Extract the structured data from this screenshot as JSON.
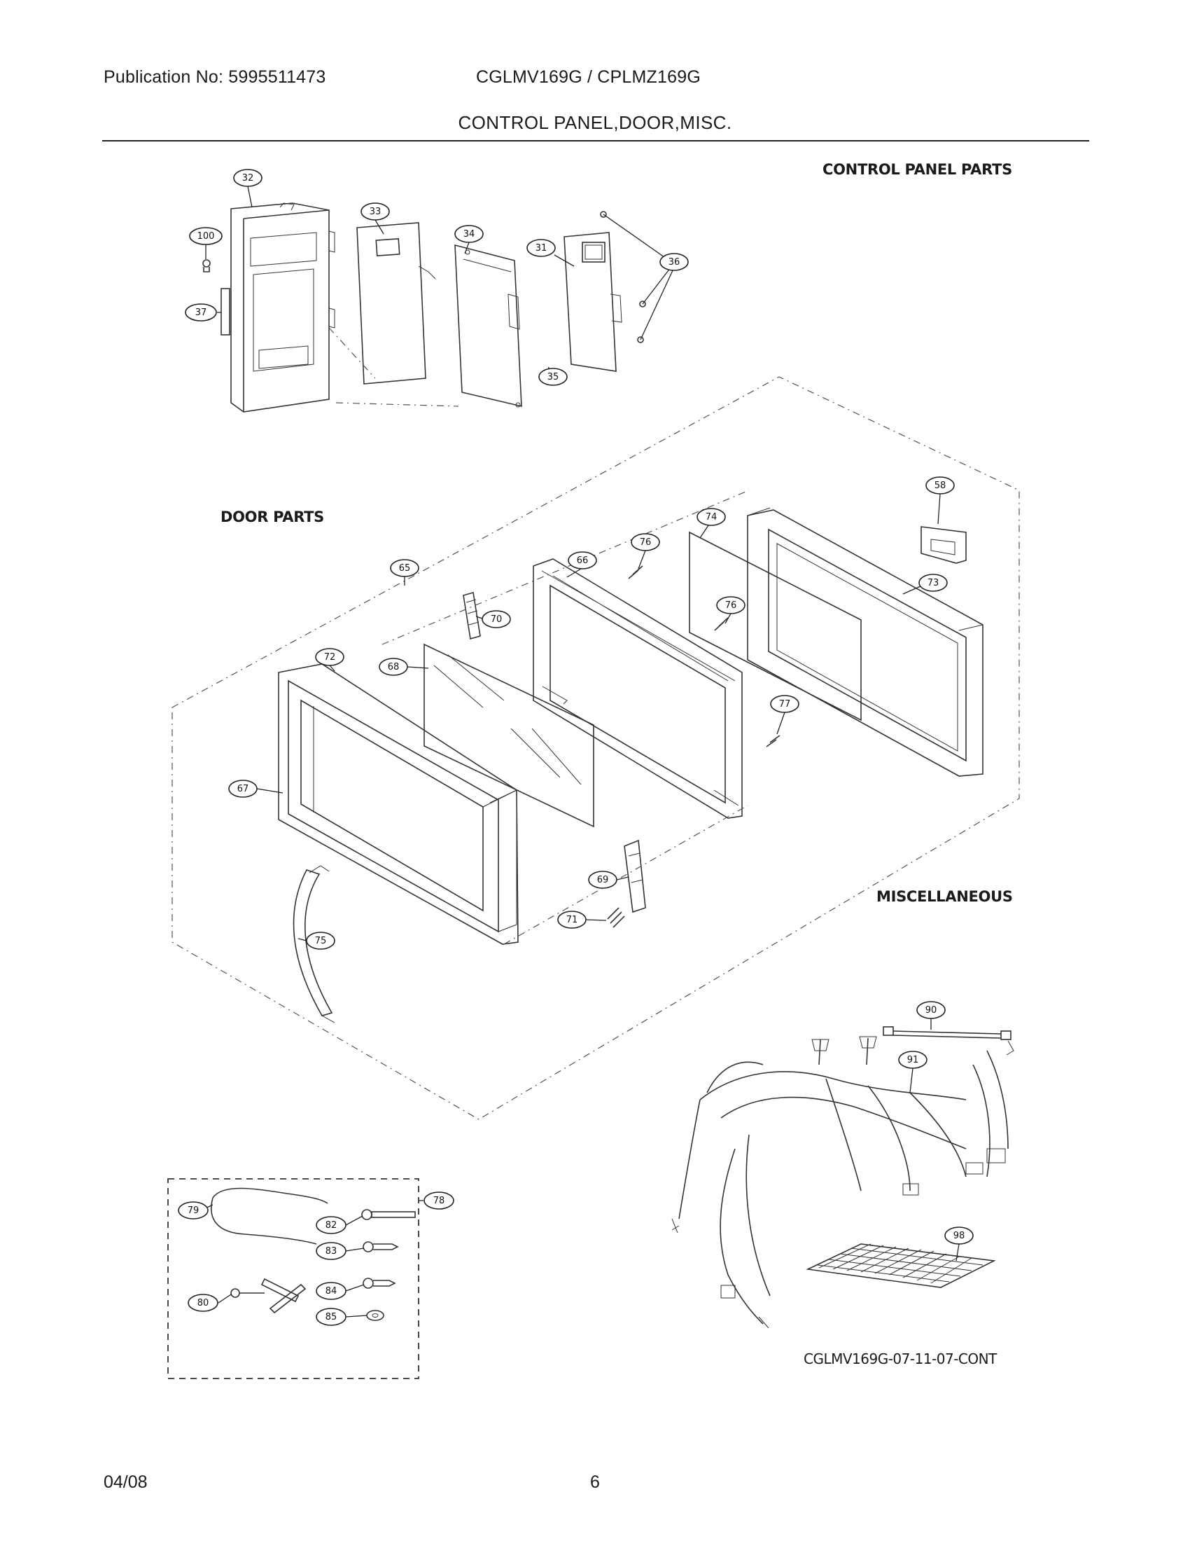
{
  "header": {
    "publication": "Publication No:  5995511473",
    "models": "CGLMV169G / CPLMZ169G",
    "title": "CONTROL PANEL,DOOR,MISC."
  },
  "sections": {
    "control_panel": "CONTROL PANEL PARTS",
    "door": "DOOR PARTS",
    "misc": "MISCELLANEOUS"
  },
  "callouts": {
    "c32": "32",
    "c33": "33",
    "c34": "34",
    "c31": "31",
    "c36": "36",
    "c100": "100",
    "c37": "37",
    "c35": "35",
    "c58": "58",
    "c74": "74",
    "c76a": "76",
    "c66": "66",
    "c65": "65",
    "c73": "73",
    "c76b": "76",
    "c70": "70",
    "c72": "72",
    "c68": "68",
    "c77": "77",
    "c67": "67",
    "c69": "69",
    "c71": "71",
    "c75": "75",
    "c90": "90",
    "c91": "91",
    "c98": "98",
    "c79": "79",
    "c78": "78",
    "c82": "82",
    "c83": "83",
    "c80": "80",
    "c84": "84",
    "c85": "85"
  },
  "drawing_ref": "CGLMV169G-07-11-07-CONT",
  "footer": {
    "date": "04/08",
    "page": "6"
  }
}
